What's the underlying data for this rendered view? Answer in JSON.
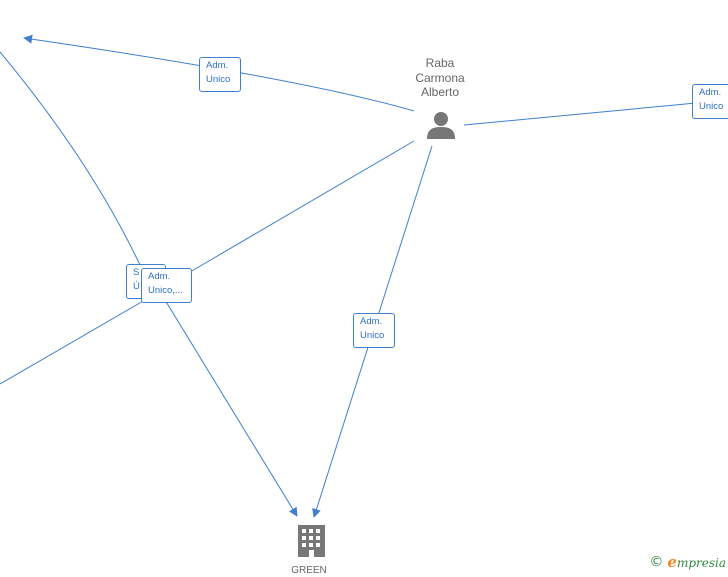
{
  "nodes": {
    "person": {
      "name_lines": [
        "Raba",
        "Carmona",
        "Alberto"
      ],
      "icon": "person-icon"
    },
    "company": {
      "name": "GREEN",
      "icon": "building-icon"
    }
  },
  "edge_labels": {
    "top_left": [
      "Adm.",
      "Unico"
    ],
    "right": [
      "Adm.",
      "Unico"
    ],
    "center_back": [
      "S",
      "Ú"
    ],
    "center_front": [
      "Adm.",
      "Unico,..."
    ],
    "bottom": [
      "Adm.",
      "Unico"
    ]
  },
  "brand": {
    "copyright": "©",
    "initial": "e",
    "name": "mpresia"
  },
  "colors": {
    "edge": "#3f7fce",
    "node_icon": "#777777",
    "label_text": "#2f6fc0"
  }
}
